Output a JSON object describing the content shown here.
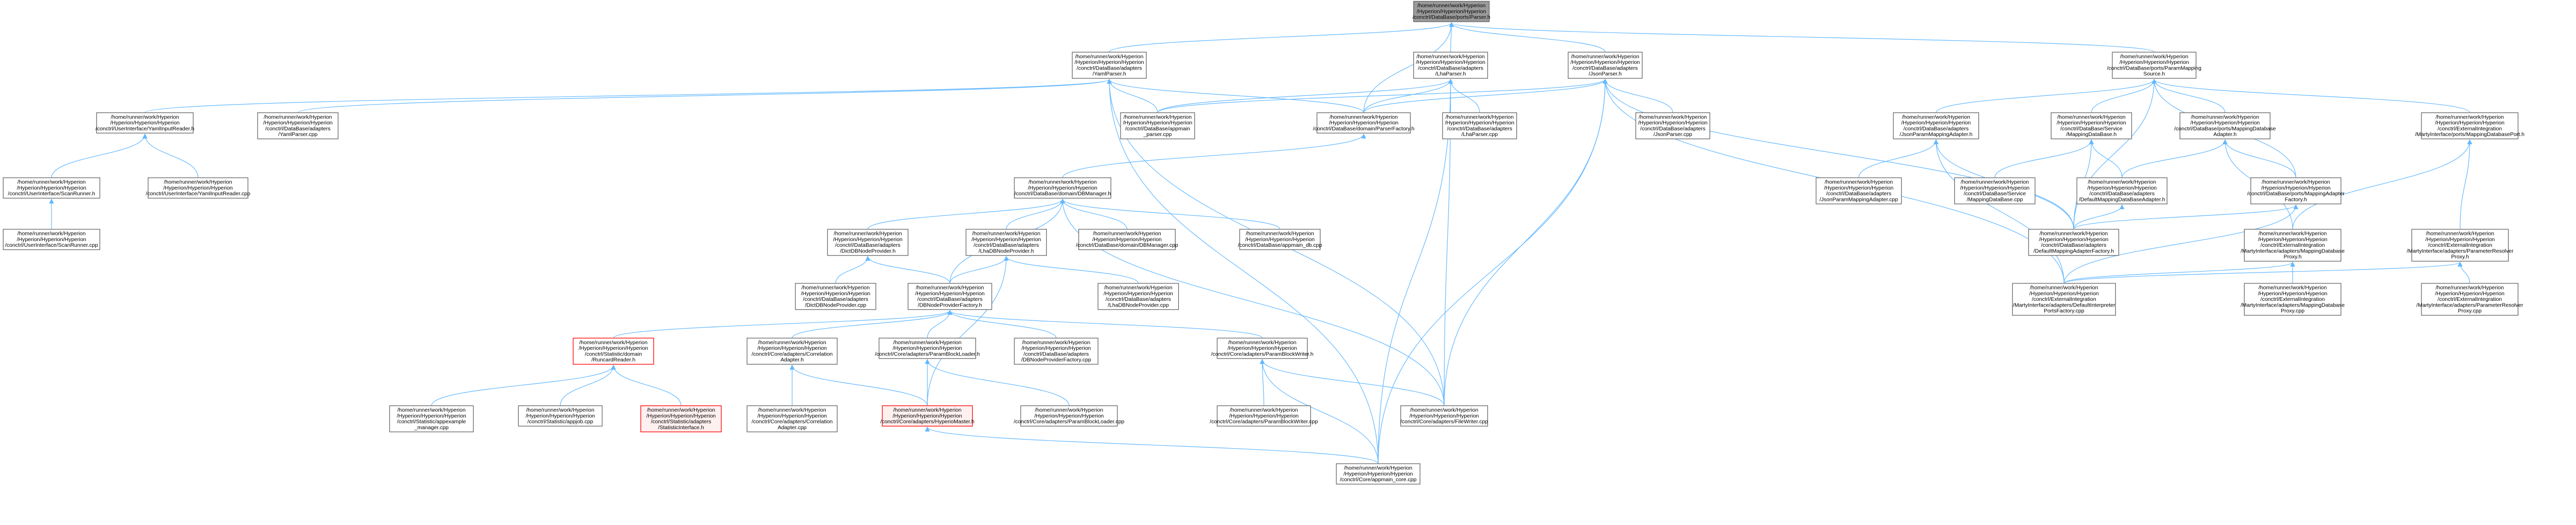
{
  "nodes": [
    {
      "id": "root",
      "lines": [
        "/home/runner/work/Hyperion",
        "/Hyperion/Hyperion/Hyperion",
        "/conctrl/DataBase/ports/Parser.h"
      ],
      "style": "root"
    },
    {
      "id": "yamlparser_h",
      "lines": [
        "/home/runner/work/Hyperion",
        "/Hyperion/Hyperion/Hyperion",
        "/conctrl/DataBase/adapters",
        "/YamlParser.h"
      ]
    },
    {
      "id": "lhaparser_h",
      "lines": [
        "/home/runner/work/Hyperion",
        "/Hyperion/Hyperion/Hyperion",
        "/conctrl/DataBase/adapters",
        "/LhaParser.h"
      ]
    },
    {
      "id": "jsonparser_h",
      "lines": [
        "/home/runner/work/Hyperion",
        "/Hyperion/Hyperion/Hyperion",
        "/conctrl/DataBase/adapters",
        "/JsonParser.h"
      ]
    },
    {
      "id": "parammapping_h",
      "lines": [
        "/home/runner/work/Hyperion",
        "/Hyperion/Hyperion/Hyperion",
        "/conctrl/DataBase/ports/ParamMapping",
        "Source.h"
      ]
    },
    {
      "id": "yamlinputreader_h",
      "lines": [
        "/home/runner/work/Hyperion",
        "/Hyperion/Hyperion/Hyperion",
        "/conctrl/UserInterface/YamlInputReader.h"
      ]
    },
    {
      "id": "yamlparser_cpp",
      "lines": [
        "/home/runner/work/Hyperion",
        "/Hyperion/Hyperion/Hyperion",
        "/conctrl/DataBase/adapters",
        "/YamlParser.cpp"
      ]
    },
    {
      "id": "appmain_parser",
      "lines": [
        "/home/runner/work/Hyperion",
        "/Hyperion/Hyperion/Hyperion",
        "/conctrl/DataBase/appmain",
        "_parser.cpp"
      ]
    },
    {
      "id": "parserfactory_h",
      "lines": [
        "/home/runner/work/Hyperion",
        "/Hyperion/Hyperion/Hyperion",
        "/conctrl/DataBase/domain/ParserFactory.h"
      ]
    },
    {
      "id": "lhaparser_cpp",
      "lines": [
        "/home/runner/work/Hyperion",
        "/Hyperion/Hyperion/Hyperion",
        "/conctrl/DataBase/adapters",
        "/LhaParser.cpp"
      ]
    },
    {
      "id": "jsonparser_cpp",
      "lines": [
        "/home/runner/work/Hyperion",
        "/Hyperion/Hyperion/Hyperion",
        "/conctrl/DataBase/adapters",
        "/JsonParser.cpp"
      ]
    },
    {
      "id": "jsonparammapping_h",
      "lines": [
        "/home/runner/work/Hyperion",
        "/Hyperion/Hyperion/Hyperion",
        "/conctrl/DataBase/adapters",
        "/JsonParamMappingAdapter.h"
      ]
    },
    {
      "id": "servicemapping_h",
      "lines": [
        "/home/runner/work/Hyperion",
        "/Hyperion/Hyperion/Hyperion",
        "/conctrl/DataBase/Service",
        "/MappingDataBase.h"
      ]
    },
    {
      "id": "portsmappingdb_h",
      "lines": [
        "/home/runner/work/Hyperion",
        "/Hyperion/Hyperion/Hyperion",
        "/conctrl/DataBase/ports/MappingDatabase",
        "Adapter.h"
      ]
    },
    {
      "id": "mappingdbport_h",
      "lines": [
        "/home/runner/work/Hyperion",
        "/Hyperion/Hyperion/Hyperion",
        "/conctrl/ExternalIntegration",
        "/MartyInterface/ports/MappingDatabasePort.h"
      ]
    },
    {
      "id": "scanrunner_h",
      "lines": [
        "/home/runner/work/Hyperion",
        "/Hyperion/Hyperion/Hyperion",
        "/conctrl/UserInterface/ScanRunner.h"
      ]
    },
    {
      "id": "yamlinputreader_cpp",
      "lines": [
        "/home/runner/work/Hyperion",
        "/Hyperion/Hyperion/Hyperion",
        "/conctrl/UserInterface/YamlInputReader.cpp"
      ]
    },
    {
      "id": "dbmanager_h",
      "lines": [
        "/home/runner/work/Hyperion",
        "/Hyperion/Hyperion/Hyperion",
        "/conctrl/DataBase/domain/DBManager.h"
      ]
    },
    {
      "id": "jsonparammapping_cpp",
      "lines": [
        "/home/runner/work/Hyperion",
        "/Hyperion/Hyperion/Hyperion",
        "/conctrl/DataBase/adapters",
        "/JsonParamMappingAdapter.cpp"
      ]
    },
    {
      "id": "servicemapping_cpp",
      "lines": [
        "/home/runner/work/Hyperion",
        "/Hyperion/Hyperion/Hyperion",
        "/conctrl/DataBase/Service",
        "/MappingDataBase.cpp"
      ]
    },
    {
      "id": "defaultmappingdb_h",
      "lines": [
        "/home/runner/work/Hyperion",
        "/Hyperion/Hyperion/Hyperion",
        "/conctrl/DataBase/adapters",
        "/DefaultMappingDataBaseAdapter.h"
      ]
    },
    {
      "id": "adapterfactory_h",
      "lines": [
        "/home/runner/work/Hyperion",
        "/Hyperion/Hyperion/Hyperion",
        "/conctrl/DataBase/ports/MappingAdapter",
        "Factory.h"
      ]
    },
    {
      "id": "scanrunner_cpp",
      "lines": [
        "/home/runner/work/Hyperion",
        "/Hyperion/Hyperion/Hyperion",
        "/conctrl/UserInterface/ScanRunner.cpp"
      ]
    },
    {
      "id": "dictdbnode_h",
      "lines": [
        "/home/runner/work/Hyperion",
        "/Hyperion/Hyperion/Hyperion",
        "/conctrl/DataBase/adapters",
        "/DictDBNodeProvider.h"
      ]
    },
    {
      "id": "lhadbnode_h",
      "lines": [
        "/home/runner/work/Hyperion",
        "/Hyperion/Hyperion/Hyperion",
        "/conctrl/DataBase/adapters",
        "/LhaDBNodeProvider.h"
      ]
    },
    {
      "id": "dbmanager_cpp",
      "lines": [
        "/home/runner/work/Hyperion",
        "/Hyperion/Hyperion/Hyperion",
        "/conctrl/DataBase/domain/DBManager.cpp"
      ]
    },
    {
      "id": "appmain_db",
      "lines": [
        "/home/runner/work/Hyperion",
        "/Hyperion/Hyperion/Hyperion",
        "/conctrl/DataBase/appmain_db.cpp"
      ]
    },
    {
      "id": "defaultmappingfactory_h",
      "lines": [
        "/home/runner/work/Hyperion",
        "/Hyperion/Hyperion/Hyperion",
        "/conctrl/DataBase/adapters",
        "/DefaultMappingAdapterFactory.h"
      ]
    },
    {
      "id": "mappingdbproxy_h",
      "lines": [
        "/home/runner/work/Hyperion",
        "/Hyperion/Hyperion/Hyperion",
        "/conctrl/ExternalIntegration",
        "/MartyInterface/adapters/MappingDatabase",
        "Proxy.h"
      ]
    },
    {
      "id": "paramresolverproxy_h",
      "lines": [
        "/home/runner/work/Hyperion",
        "/Hyperion/Hyperion/Hyperion",
        "/conctrl/ExternalIntegration",
        "/MartyInterface/adapters/ParameterResolver",
        "Proxy.h"
      ]
    },
    {
      "id": "dictdbnode_cpp",
      "lines": [
        "/home/runner/work/Hyperion",
        "/Hyperion/Hyperion/Hyperion",
        "/conctrl/DataBase/adapters",
        "/DictDBNodeProvider.cpp"
      ]
    },
    {
      "id": "dbnodefactory_h",
      "lines": [
        "/home/runner/work/Hyperion",
        "/Hyperion/Hyperion/Hyperion",
        "/conctrl/DataBase/adapters",
        "/DBNodeProviderFactory.h"
      ]
    },
    {
      "id": "lhadbnode_cpp",
      "lines": [
        "/home/runner/work/Hyperion",
        "/Hyperion/Hyperion/Hyperion",
        "/conctrl/DataBase/adapters",
        "/LhaDBNodeProvider.cpp"
      ]
    },
    {
      "id": "defaultinterpreter_cpp",
      "lines": [
        "/home/runner/work/Hyperion",
        "/Hyperion/Hyperion/Hyperion",
        "/conctrl/ExternalIntegration",
        "/MartyInterface/adapters/DefaultInterpreter",
        "PortsFactory.cpp"
      ]
    },
    {
      "id": "mappingdbproxy_cpp",
      "lines": [
        "/home/runner/work/Hyperion",
        "/Hyperion/Hyperion/Hyperion",
        "/conctrl/ExternalIntegration",
        "/MartyInterface/adapters/MappingDatabase",
        "Proxy.cpp"
      ]
    },
    {
      "id": "paramresolverproxy_cpp",
      "lines": [
        "/home/runner/work/Hyperion",
        "/Hyperion/Hyperion/Hyperion",
        "/conctrl/ExternalIntegration",
        "/MartyInterface/adapters/ParameterResolver",
        "Proxy.cpp"
      ]
    },
    {
      "id": "runcardreader_h",
      "lines": [
        "/home/runner/work/Hyperion",
        "/Hyperion/Hyperion/Hyperion",
        "/conctrl/Statistic/domain",
        "/RuncardReader.h"
      ],
      "style": "red"
    },
    {
      "id": "correlation_h",
      "lines": [
        "/home/runner/work/Hyperion",
        "/Hyperion/Hyperion/Hyperion",
        "/conctrl/Core/adapters/Correlation",
        "Adapter.h"
      ]
    },
    {
      "id": "paramblockloader_h",
      "lines": [
        "/home/runner/work/Hyperion",
        "/Hyperion/Hyperion/Hyperion",
        "/conctrl/Core/adapters/ParamBlockLoader.h"
      ]
    },
    {
      "id": "dbnodefactory_cpp",
      "lines": [
        "/home/runner/work/Hyperion",
        "/Hyperion/Hyperion/Hyperion",
        "/conctrl/DataBase/adapters",
        "/DBNodeProviderFactory.cpp"
      ]
    },
    {
      "id": "paramblockwriter_h",
      "lines": [
        "/home/runner/work/Hyperion",
        "/Hyperion/Hyperion/Hyperion",
        "/conctrl/Core/adapters/ParamBlockWriter.h"
      ]
    },
    {
      "id": "appexample",
      "lines": [
        "/home/runner/work/Hyperion",
        "/Hyperion/Hyperion/Hyperion",
        "/conctrl/Statistic/appexample",
        "_manager.cpp"
      ]
    },
    {
      "id": "appjob",
      "lines": [
        "/home/runner/work/Hyperion",
        "/Hyperion/Hyperion/Hyperion",
        "/conctrl/Statistic/appjob.cpp"
      ]
    },
    {
      "id": "statinterface_h",
      "lines": [
        "/home/runner/work/Hyperion",
        "/Hyperion/Hyperion/Hyperion",
        "/conctrl/Statistic/adapters",
        "/StatisticInterface.h"
      ],
      "style": "red-fill"
    },
    {
      "id": "correlation_cpp",
      "lines": [
        "/home/runner/work/Hyperion",
        "/Hyperion/Hyperion/Hyperion",
        "/conctrl/Core/adapters/Correlation",
        "Adapter.cpp"
      ]
    },
    {
      "id": "hyperiomaster_h",
      "lines": [
        "/home/runner/work/Hyperion",
        "/Hyperion/Hyperion/Hyperion",
        "/conctrl/Core/adapters/HyperioMaster.h"
      ],
      "style": "red-fill"
    },
    {
      "id": "paramblockloader_cpp",
      "lines": [
        "/home/runner/work/Hyperion",
        "/Hyperion/Hyperion/Hyperion",
        "/conctrl/Core/adapters/ParamBlockLoader.cpp"
      ]
    },
    {
      "id": "paramblockwriter_cpp",
      "lines": [
        "/home/runner/work/Hyperion",
        "/Hyperion/Hyperion/Hyperion",
        "/conctrl/Core/adapters/ParamBlockWriter.cpp"
      ]
    },
    {
      "id": "filewriter_cpp",
      "lines": [
        "/home/runner/work/Hyperion",
        "/Hyperion/Hyperion/Hyperion",
        "/conctrl/Core/adapters/FileWriter.cpp"
      ]
    },
    {
      "id": "appmain_core",
      "lines": [
        "/home/runner/work/Hyperion",
        "/Hyperion/Hyperion/Hyperion",
        "/conctrl/Core/appmain_core.cpp"
      ]
    }
  ],
  "edges": [
    [
      "yamlparser_h",
      "root"
    ],
    [
      "lhaparser_h",
      "root"
    ],
    [
      "jsonparser_h",
      "root"
    ],
    [
      "parammapping_h",
      "root"
    ],
    [
      "parserfactory_h",
      "root"
    ],
    [
      "yamlinputreader_h",
      "yamlparser_h"
    ],
    [
      "yamlparser_cpp",
      "yamlparser_h"
    ],
    [
      "appmain_parser",
      "yamlparser_h"
    ],
    [
      "parserfactory_h",
      "yamlparser_h"
    ],
    [
      "filewriter_cpp",
      "yamlparser_h"
    ],
    [
      "appmain_core",
      "yamlparser_h"
    ],
    [
      "appmain_parser",
      "lhaparser_h"
    ],
    [
      "parserfactory_h",
      "lhaparser_h"
    ],
    [
      "lhaparser_cpp",
      "lhaparser_h"
    ],
    [
      "filewriter_cpp",
      "lhaparser_h"
    ],
    [
      "appmain_core",
      "lhaparser_h"
    ],
    [
      "appmain_parser",
      "jsonparser_h"
    ],
    [
      "parserfactory_h",
      "jsonparser_h"
    ],
    [
      "jsonparser_cpp",
      "jsonparser_h"
    ],
    [
      "defaultmappingfactory_h",
      "jsonparser_h"
    ],
    [
      "defaultinterpreter_cpp",
      "jsonparser_h"
    ],
    [
      "filewriter_cpp",
      "jsonparser_h"
    ],
    [
      "appmain_core",
      "jsonparser_h"
    ],
    [
      "jsonparammapping_h",
      "parammapping_h"
    ],
    [
      "servicemapping_h",
      "parammapping_h"
    ],
    [
      "portsmappingdb_h",
      "parammapping_h"
    ],
    [
      "mappingdbport_h",
      "parammapping_h"
    ],
    [
      "adapterfactory_h",
      "parammapping_h"
    ],
    [
      "defaultmappingfactory_h",
      "parammapping_h"
    ],
    [
      "scanrunner_h",
      "yamlinputreader_h"
    ],
    [
      "yamlinputreader_cpp",
      "yamlinputreader_h"
    ],
    [
      "scanrunner_cpp",
      "scanrunner_h"
    ],
    [
      "dbmanager_h",
      "parserfactory_h"
    ],
    [
      "jsonparammapping_cpp",
      "jsonparammapping_h"
    ],
    [
      "defaultmappingfactory_h",
      "jsonparammapping_h"
    ],
    [
      "defaultinterpreter_cpp",
      "jsonparammapping_h"
    ],
    [
      "servicemapping_cpp",
      "servicemapping_h"
    ],
    [
      "defaultmappingdb_h",
      "servicemapping_h"
    ],
    [
      "defaultmappingfactory_h",
      "servicemapping_h"
    ],
    [
      "defaultmappingdb_h",
      "portsmappingdb_h"
    ],
    [
      "adapterfactory_h",
      "portsmappingdb_h"
    ],
    [
      "mappingdbproxy_h",
      "portsmappingdb_h"
    ],
    [
      "mappingdbproxy_h",
      "mappingdbport_h"
    ],
    [
      "paramresolverproxy_h",
      "mappingdbport_h"
    ],
    [
      "defaultmappingfactory_h",
      "defaultmappingdb_h"
    ],
    [
      "defaultmappingfactory_h",
      "adapterfactory_h"
    ],
    [
      "defaultinterpreter_cpp",
      "adapterfactory_h"
    ],
    [
      "dictdbnode_h",
      "dbmanager_h"
    ],
    [
      "lhadbnode_h",
      "dbmanager_h"
    ],
    [
      "dbmanager_cpp",
      "dbmanager_h"
    ],
    [
      "appmain_db",
      "dbmanager_h"
    ],
    [
      "dbnodefactory_h",
      "dbmanager_h"
    ],
    [
      "filewriter_cpp",
      "dbmanager_h"
    ],
    [
      "dictdbnode_cpp",
      "dictdbnode_h"
    ],
    [
      "dbnodefactory_h",
      "dictdbnode_h"
    ],
    [
      "lhadbnode_cpp",
      "lhadbnode_h"
    ],
    [
      "dbnodefactory_h",
      "lhadbnode_h"
    ],
    [
      "hyperiomaster_h",
      "lhadbnode_h"
    ],
    [
      "defaultinterpreter_cpp",
      "mappingdbproxy_h"
    ],
    [
      "mappingdbproxy_cpp",
      "mappingdbproxy_h"
    ],
    [
      "defaultinterpreter_cpp",
      "paramresolverproxy_h"
    ],
    [
      "paramresolverproxy_cpp",
      "paramresolverproxy_h"
    ],
    [
      "runcardreader_h",
      "dbnodefactory_h"
    ],
    [
      "correlation_h",
      "dbnodefactory_h"
    ],
    [
      "paramblockloader_h",
      "dbnodefactory_h"
    ],
    [
      "dbnodefactory_cpp",
      "dbnodefactory_h"
    ],
    [
      "paramblockwriter_h",
      "dbnodefactory_h"
    ],
    [
      "appexample",
      "runcardreader_h"
    ],
    [
      "appjob",
      "runcardreader_h"
    ],
    [
      "statinterface_h",
      "runcardreader_h"
    ],
    [
      "correlation_cpp",
      "correlation_h"
    ],
    [
      "hyperiomaster_h",
      "correlation_h"
    ],
    [
      "hyperiomaster_h",
      "paramblockloader_h"
    ],
    [
      "paramblockloader_cpp",
      "paramblockloader_h"
    ],
    [
      "paramblockwriter_cpp",
      "paramblockwriter_h"
    ],
    [
      "filewriter_cpp",
      "paramblockwriter_h"
    ],
    [
      "appmain_core",
      "paramblockwriter_h"
    ],
    [
      "appmain_core",
      "hyperiomaster_h"
    ]
  ]
}
